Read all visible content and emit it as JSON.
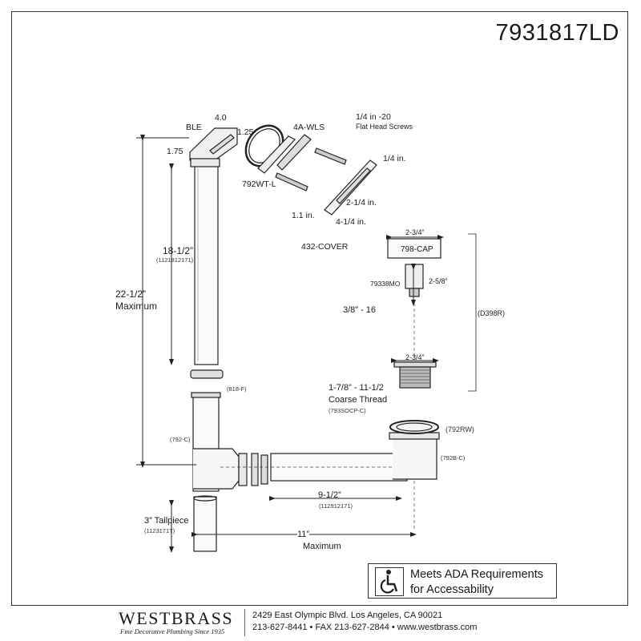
{
  "model_number": "7931817LD",
  "labels": {
    "ble": "BLE",
    "dim_4_0": "4.0",
    "dim_1_25": "1.25",
    "dim_1_75": "1.75",
    "wls": "4A-WLS",
    "screws": "1/4 in -20",
    "screws_desc": "Flat Head Screws",
    "wt": "792WT-L",
    "quarter_in": "1/4 in.",
    "eleven_in": "1.1 in.",
    "two_quarter": "2-1/4 in.",
    "four_quarter": "4-1/4 in.",
    "cover": "432-COVER",
    "overflow_len": "18-1/2”",
    "overflow_part": "(1121812171)",
    "max_len": "22-1/2”",
    "max_word": "Maximum",
    "cap_width": "2-3/4”",
    "cap": "798-CAP",
    "mo": "79338MO",
    "mo_height": "2-5/8”",
    "thread_38": "3/8” - 16",
    "d398r": "(D398R)",
    "socp_width": "2-3/4”",
    "coarse_size": "1-7/8” - 11-1/2",
    "coarse_word": "Coarse Thread",
    "socp": "(793SOCP-C)",
    "f818": "(818-F)",
    "rw": "(792RW)",
    "c792": "(792-C)",
    "b792": "(792B-C)",
    "waste_len": "9-1/2”",
    "waste_part": "(112912171)",
    "tail_len": "3” Tailpiece",
    "tail_part": "(1123171T)",
    "eleven_max": "11”",
    "eleven_max_word": "Maximum"
  },
  "ada": {
    "line1": "Meets  ADA Requirements",
    "line2": "for Accessability",
    "icon": "wheelchair-icon"
  },
  "footer": {
    "brand": "WESTBRASS",
    "tagline": "Fine Decorative Plumbing Since 1935",
    "address": "2429 East Olympic Blvd. Los Angeles, CA  90021",
    "contact": "213-627-8441 • FAX 213-627-2844 • www.westbrass.com"
  }
}
